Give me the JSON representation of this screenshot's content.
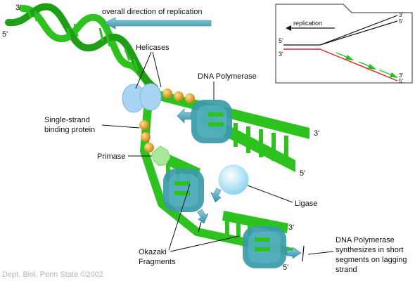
{
  "direction": {
    "label": "overall direction of replication"
  },
  "labels": {
    "helicases": "Helicases",
    "dna_polymerase_top": "DNA Polymerase",
    "ssb_line1": "Single-strand",
    "ssb_line2": "binding protein",
    "primase": "Primase",
    "ligase": "Ligase",
    "okazaki_line1": "Okazaki",
    "okazaki_line2": "Fragments",
    "polymerase_note_line1": "DNA Polymerase",
    "polymerase_note_line2": "synthesizes in short",
    "polymerase_note_line3": "segments on lagging",
    "polymerase_note_line4": "strand"
  },
  "ends": {
    "helix_top": "3'",
    "helix_left": "5'",
    "leading_3": "3'",
    "leading_5": "5'",
    "lagging_3": "3'",
    "lagging_5": "5'"
  },
  "inset": {
    "label": "replication",
    "top_right_3": "3'",
    "top_right_5": "5'",
    "left_5": "5'",
    "left_3": "3'",
    "bottom_right_3": "3'",
    "bottom_right_5": "5'"
  },
  "credit": "Dept. Biol. Penn State ©2002",
  "colors": {
    "dna_green": "#2ec21f",
    "dna_green_dark": "#1f8f15",
    "polymerase": "#3a9aa8",
    "helicase": "#a8d4f2",
    "ssb": "#e8a21c",
    "primase": "#a8e89a",
    "ligase": "#cfeefb",
    "arrow": "#4aa8c4",
    "inset_red": "#e02020",
    "inset_green": "#22c022"
  }
}
